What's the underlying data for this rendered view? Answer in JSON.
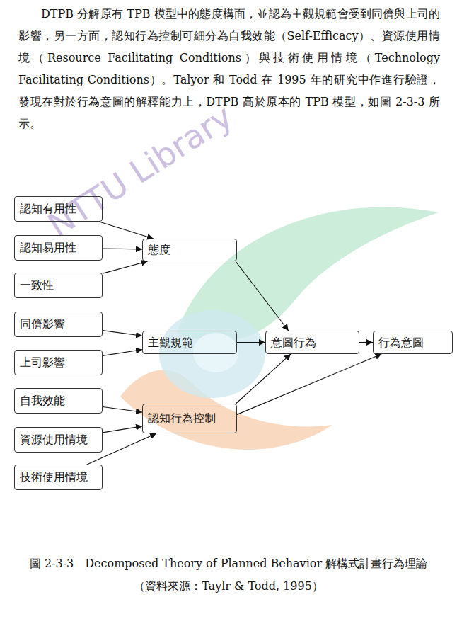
{
  "diagram": {
    "caption": "圖 2-3-3　Decomposed Theory of Planned Behavior 解構式計畫行為理論",
    "nodes": [
      {
        "text": [
          "認知有用性"
        ]
      },
      {
        "text": [
          "認知易用性"
        ]
      },
      {
        "text": [
          "一致性"
        ]
      },
      {
        "text": [
          "同儕影響"
        ]
      },
      {
        "text": [
          "上司影響"
        ]
      },
      {
        "text": [
          "自我效能"
        ]
      },
      {
        "text": [
          "資源使用情境"
        ]
      },
      {
        "text": [
          "技術使用情境"
        ]
      },
      {
        "text": [
          "態度"
        ]
      },
      {
        "text": [
          "主觀規範"
        ]
      },
      {
        "text": [
          "認知行為控制"
        ]
      },
      {
        "text": [
          "意圖行為"
        ]
      },
      {
        "text": [
          "行為意圖"
        ]
      }
    ],
    "edges": [
      {
        "from": 0,
        "to": 8,
        "arrow": "to"
      },
      {
        "from": 1,
        "to": 8,
        "arrow": "to"
      },
      {
        "from": 2,
        "to": 8,
        "arrow": "to"
      },
      {
        "from": 3,
        "to": 9,
        "arrow": "to"
      },
      {
        "from": 4,
        "to": 9,
        "arrow": "to"
      },
      {
        "from": 5,
        "to": 10,
        "arrow": "to"
      },
      {
        "from": 6,
        "to": 10,
        "arrow": "to"
      },
      {
        "from": 7,
        "to": 10,
        "arrow": "to"
      },
      {
        "from": 8,
        "to": 11,
        "arrow": "to"
      },
      {
        "from": 9,
        "to": 11,
        "arrow": "to"
      },
      {
        "from": 10,
        "to": 11,
        "arrow": "to"
      },
      {
        "from": 11,
        "to": 12,
        "arrow": "to"
      },
      {
        "from": 10,
        "to": 12,
        "arrow": "to"
      }
    ],
    "labels": [
      "DTPB 分解原有 TPB 模型中的態度構面，並認為主觀規範會受到同儕與上司的影響，另一方面，認知行為控制可細分為自我效能（Self-Efficacy）、資源使用情境（Resource Facilitating Conditions）與技術使用情境（Technology Facilitating Conditions）。Talyor 和 Todd 在 1995 年的研究中作進行驗證，發現在對於行為意圖的解釋能力上，DTPB 高於原本的 TPB 模型，如圖 2-3-3 所示。",
      "NTTU Library",
      "（資料來源：Taylr & Todd, 1995）"
    ]
  }
}
